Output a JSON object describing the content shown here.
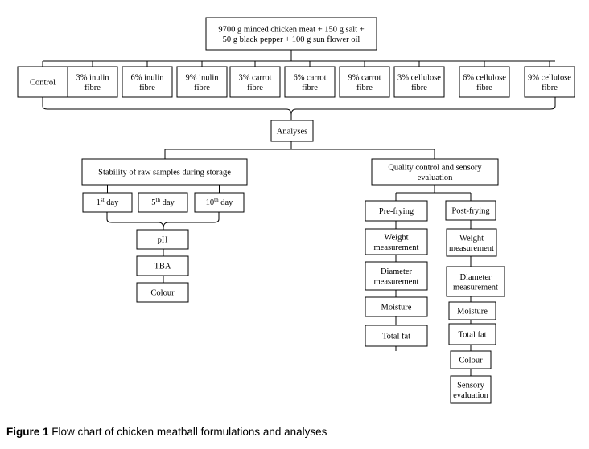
{
  "root": {
    "lines": [
      "9700 g minced chicken meat + 150 g salt +",
      "50 g black pepper + 100 g sun flower oil"
    ]
  },
  "formulations": [
    [
      "Control"
    ],
    [
      "3% inulin",
      "fibre"
    ],
    [
      "6% inulin",
      "fibre"
    ],
    [
      "9% inulin",
      "fibre"
    ],
    [
      "3% carrot",
      "fibre"
    ],
    [
      "6% carrot",
      "fibre"
    ],
    [
      "9% carrot",
      "fibre"
    ],
    [
      "3% cellulose",
      "fibre"
    ],
    [
      "6% cellulose",
      "fibre"
    ],
    [
      "9% cellulose",
      "fibre"
    ]
  ],
  "analyses": "Analyses",
  "stability": {
    "title": "Stability of raw samples during storage",
    "days": [
      {
        "num": "1",
        "sup": "st",
        "word": " day"
      },
      {
        "num": "5",
        "sup": "th",
        "word": " day"
      },
      {
        "num": "10",
        "sup": "th",
        "word": " day"
      }
    ],
    "tests": [
      [
        "pH"
      ],
      [
        "TBA"
      ],
      [
        "Colour"
      ]
    ]
  },
  "quality": {
    "title": [
      "Quality control and sensory",
      "evaluation"
    ],
    "pre_frying": {
      "label": "Pre-frying",
      "items": [
        [
          "Weight",
          "measurement"
        ],
        [
          "Diameter",
          "measurement"
        ],
        [
          "Moisture"
        ],
        [
          "Total fat"
        ]
      ]
    },
    "post_frying": {
      "label": "Post-frying",
      "items": [
        [
          "Weight",
          "measurement"
        ],
        [
          "Diameter",
          "measurement"
        ],
        [
          "Moisture"
        ],
        [
          "Total fat"
        ],
        [
          "Colour"
        ],
        [
          "Sensory",
          "evaluation"
        ]
      ]
    }
  },
  "caption": {
    "label": "Figure 1",
    "text": " Flow chart of chicken meatball formulations and analyses"
  }
}
